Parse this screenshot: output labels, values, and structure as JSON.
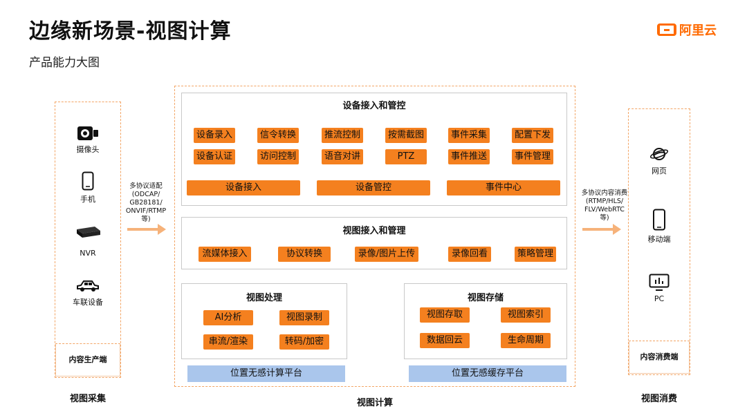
{
  "header": {
    "title": "边缘新场景-视图计算",
    "subtitle": "产品能力大图",
    "logo_text": "阿里云",
    "accent": "#ff6a00"
  },
  "left": {
    "devices": [
      {
        "label": "摄像头",
        "icon": "camera-icon"
      },
      {
        "label": "手机",
        "icon": "phone-icon"
      },
      {
        "label": "NVR",
        "icon": "nvr-icon"
      },
      {
        "label": "车联设备",
        "icon": "car-icon"
      }
    ],
    "producer": "内容生产端",
    "footer": "视图采集"
  },
  "arrow_left": {
    "lines": [
      "多协议适配",
      "(ODCAP/",
      "GB28181/",
      "ONVIF/RTMP",
      "等)"
    ]
  },
  "arrow_right": {
    "lines": [
      "多协议内容消费",
      "(RTMP/HLS/",
      "FLV/WebRTC",
      "等)"
    ]
  },
  "center": {
    "device_section": {
      "title": "设备接入和管控",
      "row1": [
        "设备录入",
        "信令转换",
        "推流控制",
        "按需截图",
        "事件采集",
        "配置下发"
      ],
      "row2": [
        "设备认证",
        "访问控制",
        "语音对讲",
        "PTZ",
        "事件推送",
        "事件管理"
      ],
      "bars": [
        "设备接入",
        "设备管控",
        "事件中心"
      ]
    },
    "view_section": {
      "title": "视图接入和管理",
      "items": [
        "流媒体接入",
        "协议转换",
        "录像/图片上传",
        "录像回看",
        "策略管理"
      ]
    },
    "processing": {
      "title": "视图处理",
      "items": [
        "AI分析",
        "视图录制",
        "串流/渲染",
        "转码/加密"
      ],
      "platform": "位置无感计算平台"
    },
    "storage": {
      "title": "视图存储",
      "items": [
        "视图存取",
        "视图索引",
        "数据回云",
        "生命周期"
      ],
      "platform": "位置无感缓存平台"
    },
    "footer": "视图计算"
  },
  "right": {
    "devices": [
      {
        "label": "网页",
        "icon": "web-icon"
      },
      {
        "label": "移动端",
        "icon": "mobile-icon"
      },
      {
        "label": "PC",
        "icon": "pc-icon"
      }
    ],
    "consumer": "内容消费端",
    "footer": "视图消费"
  }
}
